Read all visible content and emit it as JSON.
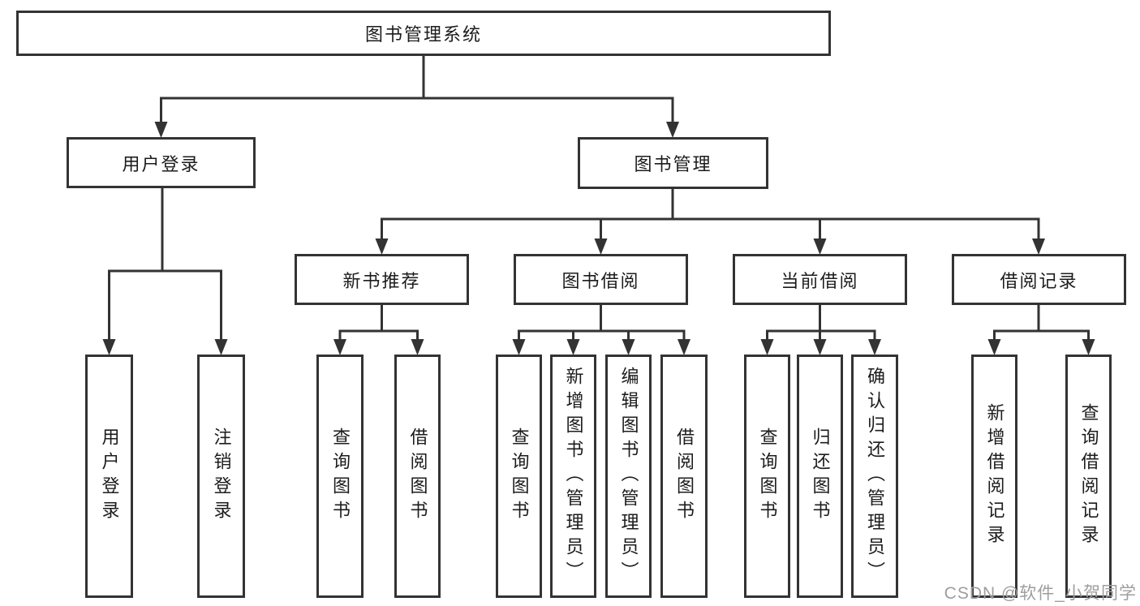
{
  "diagram_title": "图书管理系统",
  "tree": {
    "label": "图书管理系统",
    "children": [
      {
        "label": "用户登录",
        "children": [
          {
            "label": "用户登录"
          },
          {
            "label": "注销登录"
          }
        ]
      },
      {
        "label": "图书管理",
        "children": [
          {
            "label": "新书推荐",
            "children": [
              {
                "label": "查询图书"
              },
              {
                "label": "借阅图书"
              }
            ]
          },
          {
            "label": "图书借阅",
            "children": [
              {
                "label": "查询图书"
              },
              {
                "label": "新增图书（管理员）"
              },
              {
                "label": "编辑图书（管理员）"
              },
              {
                "label": "借阅图书"
              }
            ]
          },
          {
            "label": "当前借阅",
            "children": [
              {
                "label": "查询图书"
              },
              {
                "label": "归还图书"
              },
              {
                "label": "确认归还（管理员）"
              }
            ]
          },
          {
            "label": "借阅记录",
            "children": [
              {
                "label": "新增借阅记录"
              },
              {
                "label": "查询借阅记录"
              }
            ]
          }
        ]
      }
    ]
  },
  "watermark": "CSDN @软件_小贺同学",
  "colors": {
    "line": "#333333",
    "box_border": "#333333",
    "text": "#1c1c1c",
    "background": "#ffffff",
    "watermark": "#9e9e9e"
  }
}
